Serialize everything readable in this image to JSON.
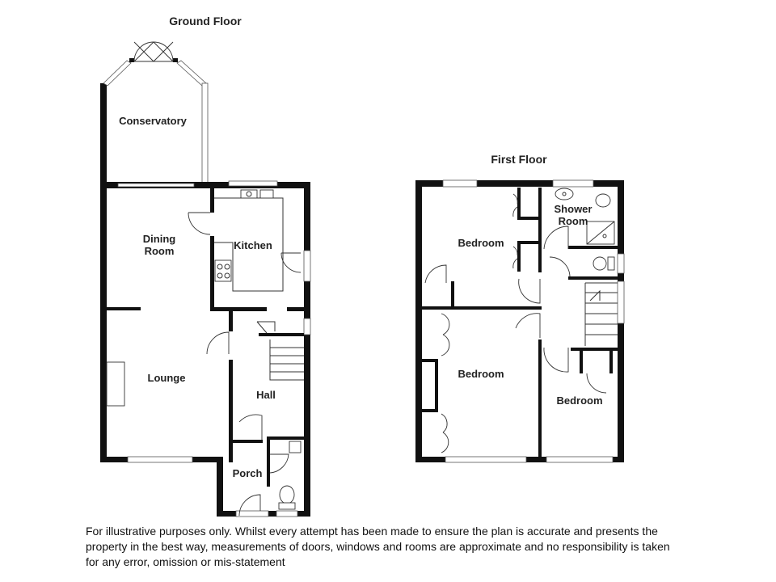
{
  "floors": {
    "ground": {
      "title": "Ground Floor",
      "rooms": {
        "conservatory": "Conservatory",
        "dining_line1": "Dining",
        "dining_line2": "Room",
        "kitchen": "Kitchen",
        "lounge": "Lounge",
        "hall": "Hall",
        "porch": "Porch"
      }
    },
    "first": {
      "title": "First Floor",
      "rooms": {
        "shower_line1": "Shower",
        "shower_line2": "Room",
        "bedroom_1": "Bedroom",
        "bedroom_2": "Bedroom",
        "bedroom_3": "Bedroom"
      }
    }
  },
  "disclaimer": "For illustrative purposes only. Whilst every attempt has been made to ensure the plan is accurate and presents the property in the best way, measurements of doors, windows and rooms are approximate and no responsibility is taken for any error, omission or mis-statement"
}
